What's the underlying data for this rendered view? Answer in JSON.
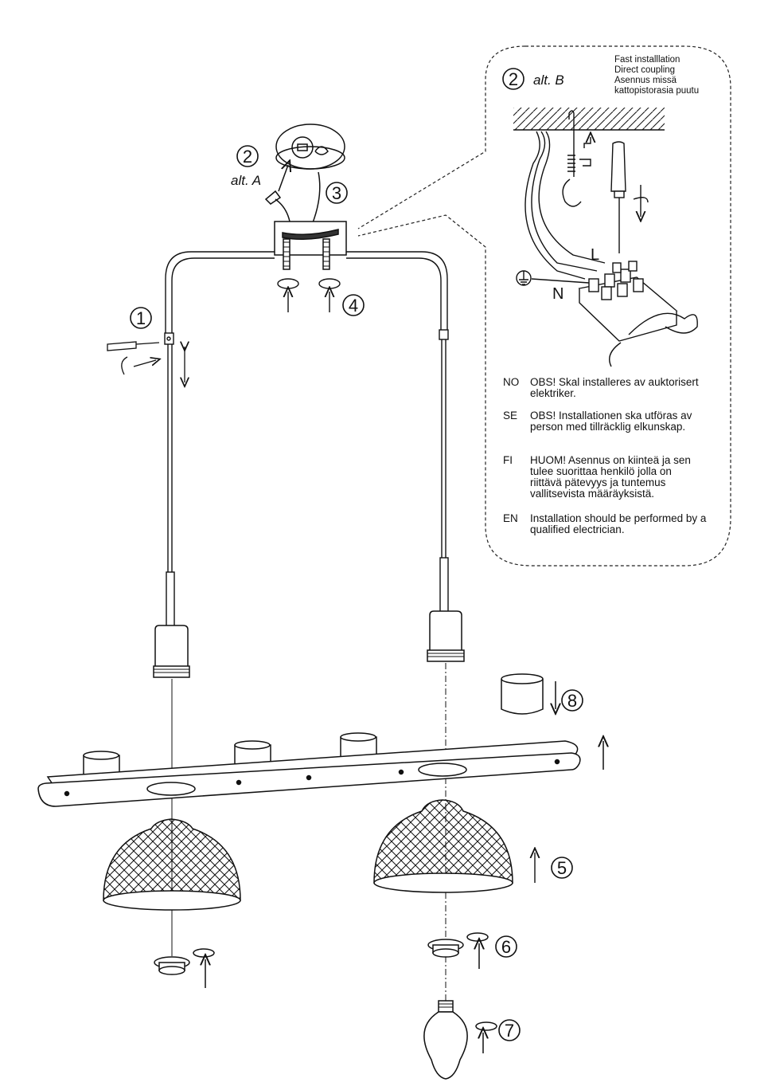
{
  "steps": {
    "s1": "1",
    "s2": "2",
    "s2alt": "alt. A",
    "s3": "3",
    "s4": "4",
    "s5": "5",
    "s6": "6",
    "s7": "7",
    "s8": "8"
  },
  "inset": {
    "step": "2",
    "alt": "alt. B",
    "fast_lines": [
      "Fast installlation",
      "Direct coupling",
      "Asennus missä",
      "kattopistorasia puutu"
    ],
    "L": "L",
    "N": "N"
  },
  "notes": [
    {
      "code": "NO",
      "text": "OBS! Skal installeres av auktorisert elektriker."
    },
    {
      "code": "SE",
      "text": "OBS! Installationen ska utföras av person med tillräcklig elkunskap."
    },
    {
      "code": "FI",
      "text": "HUOM! Asennus on kiinteä ja sen tulee suorittaa henkilö jolla on riittävä pätevyys ja tuntemus vallitsevista määräyksistä."
    },
    {
      "code": "EN",
      "text": "Installation should be performed by a qualified electrician."
    }
  ]
}
